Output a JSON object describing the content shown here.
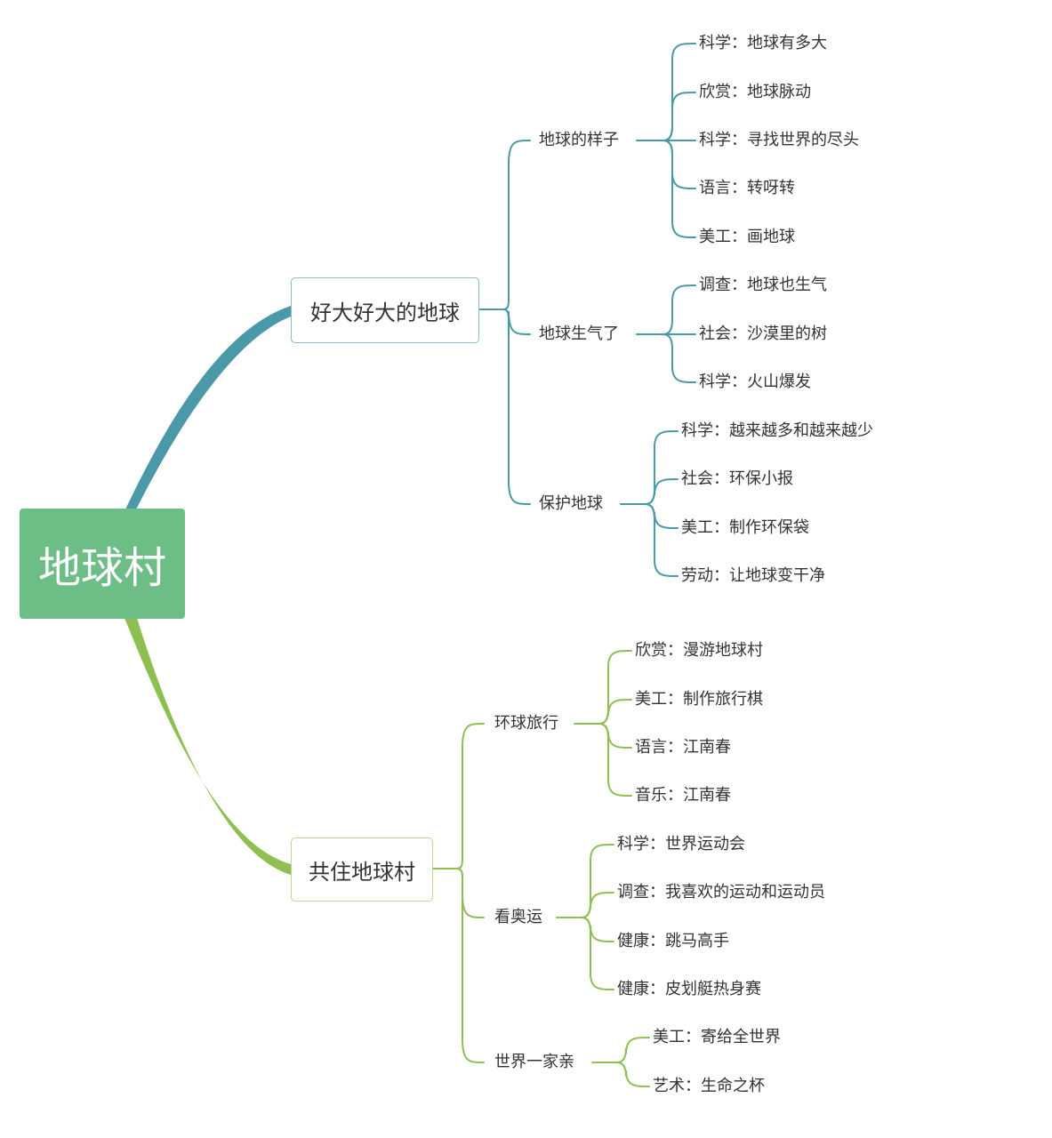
{
  "root": {
    "label": "地球村",
    "color": "#6dbd87"
  },
  "colors": {
    "teal": "#4a98a8",
    "green": "#8dc051",
    "text": "#333333"
  },
  "branches": [
    {
      "label": "好大好大的地球",
      "topics": [
        {
          "label": "地球的样子",
          "leaves": [
            "科学：地球有多大",
            "欣赏：地球脉动",
            "科学：寻找世界的尽头",
            "语言：转呀转",
            "美工：画地球"
          ]
        },
        {
          "label": "地球生气了",
          "leaves": [
            "调查：地球也生气",
            "社会：沙漠里的树",
            "科学：火山爆发"
          ]
        },
        {
          "label": "保护地球",
          "leaves": [
            "科学：越来越多和越来越少",
            "社会：环保小报",
            "美工：制作环保袋",
            "劳动：让地球变干净"
          ]
        }
      ]
    },
    {
      "label": "共住地球村",
      "topics": [
        {
          "label": "环球旅行",
          "leaves": [
            "欣赏：漫游地球村",
            "美工：制作旅行棋",
            "语言：江南春",
            "音乐：江南春"
          ]
        },
        {
          "label": "看奥运",
          "leaves": [
            "科学：世界运动会",
            "调查：我喜欢的运动和运动员",
            "健康：跳马高手",
            "健康：皮划艇热身赛"
          ]
        },
        {
          "label": "世界一家亲",
          "leaves": [
            "美工：寄给全世界",
            "艺术：生命之杯"
          ]
        }
      ]
    }
  ]
}
